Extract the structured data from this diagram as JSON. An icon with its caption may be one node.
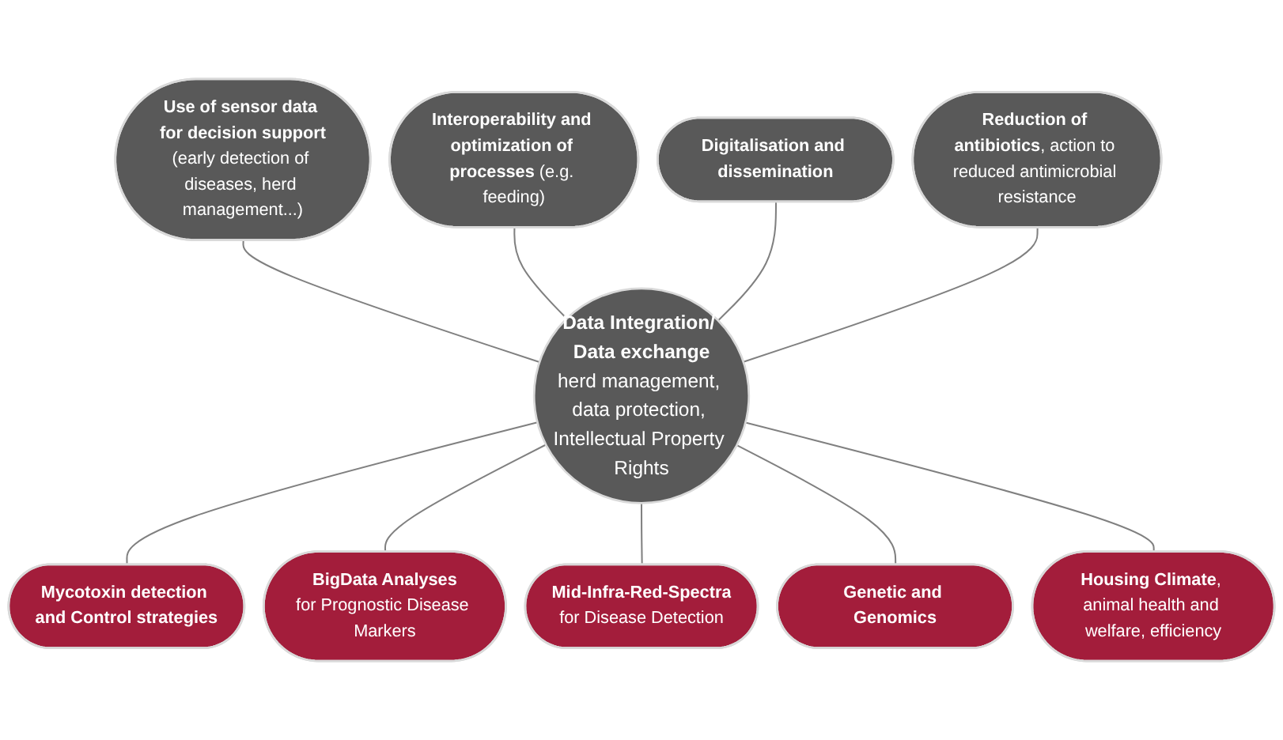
{
  "diagram": {
    "nodes": [
      {
        "text": [
          "Use of sensor data for decision support",
          "(early detection of diseases, herd management...)"
        ]
      },
      {
        "text": [
          "**Interoperability and optimization of processes** (e.g. feeding)"
        ]
      },
      {
        "text": [
          "Digitalisation and dissemination"
        ]
      },
      {
        "text": [
          "**Reduction of antibiotics**, action to reduced antimicrobial resistance"
        ]
      },
      {
        "text": [
          "Data Integration/ Data exchange",
          "herd management, data protection, Intellectual Property Rights"
        ]
      },
      {
        "text": [
          "Mycotoxin detection and Control strategies"
        ]
      },
      {
        "text": [
          "BigData Analyses",
          "for Prognostic Disease Markers"
        ]
      },
      {
        "text": [
          "Mid-Infra-Red-Spectra",
          "for Disease Detection"
        ]
      },
      {
        "text": [
          "Genetic and Genomics"
        ]
      },
      {
        "text": [
          "**Housing Climate**, animal health and welfare, efficiency"
        ]
      }
    ],
    "edges": [
      {
        "from": 4,
        "to": 0,
        "arrow": "none"
      },
      {
        "from": 4,
        "to": 1,
        "arrow": "none"
      },
      {
        "from": 4,
        "to": 2,
        "arrow": "none"
      },
      {
        "from": 4,
        "to": 3,
        "arrow": "none"
      },
      {
        "from": 4,
        "to": 5,
        "arrow": "none"
      },
      {
        "from": 4,
        "to": 6,
        "arrow": "none"
      },
      {
        "from": 4,
        "to": 7,
        "arrow": "none"
      },
      {
        "from": 4,
        "to": 8,
        "arrow": "none"
      },
      {
        "from": 4,
        "to": 9,
        "arrow": "none"
      }
    ]
  }
}
